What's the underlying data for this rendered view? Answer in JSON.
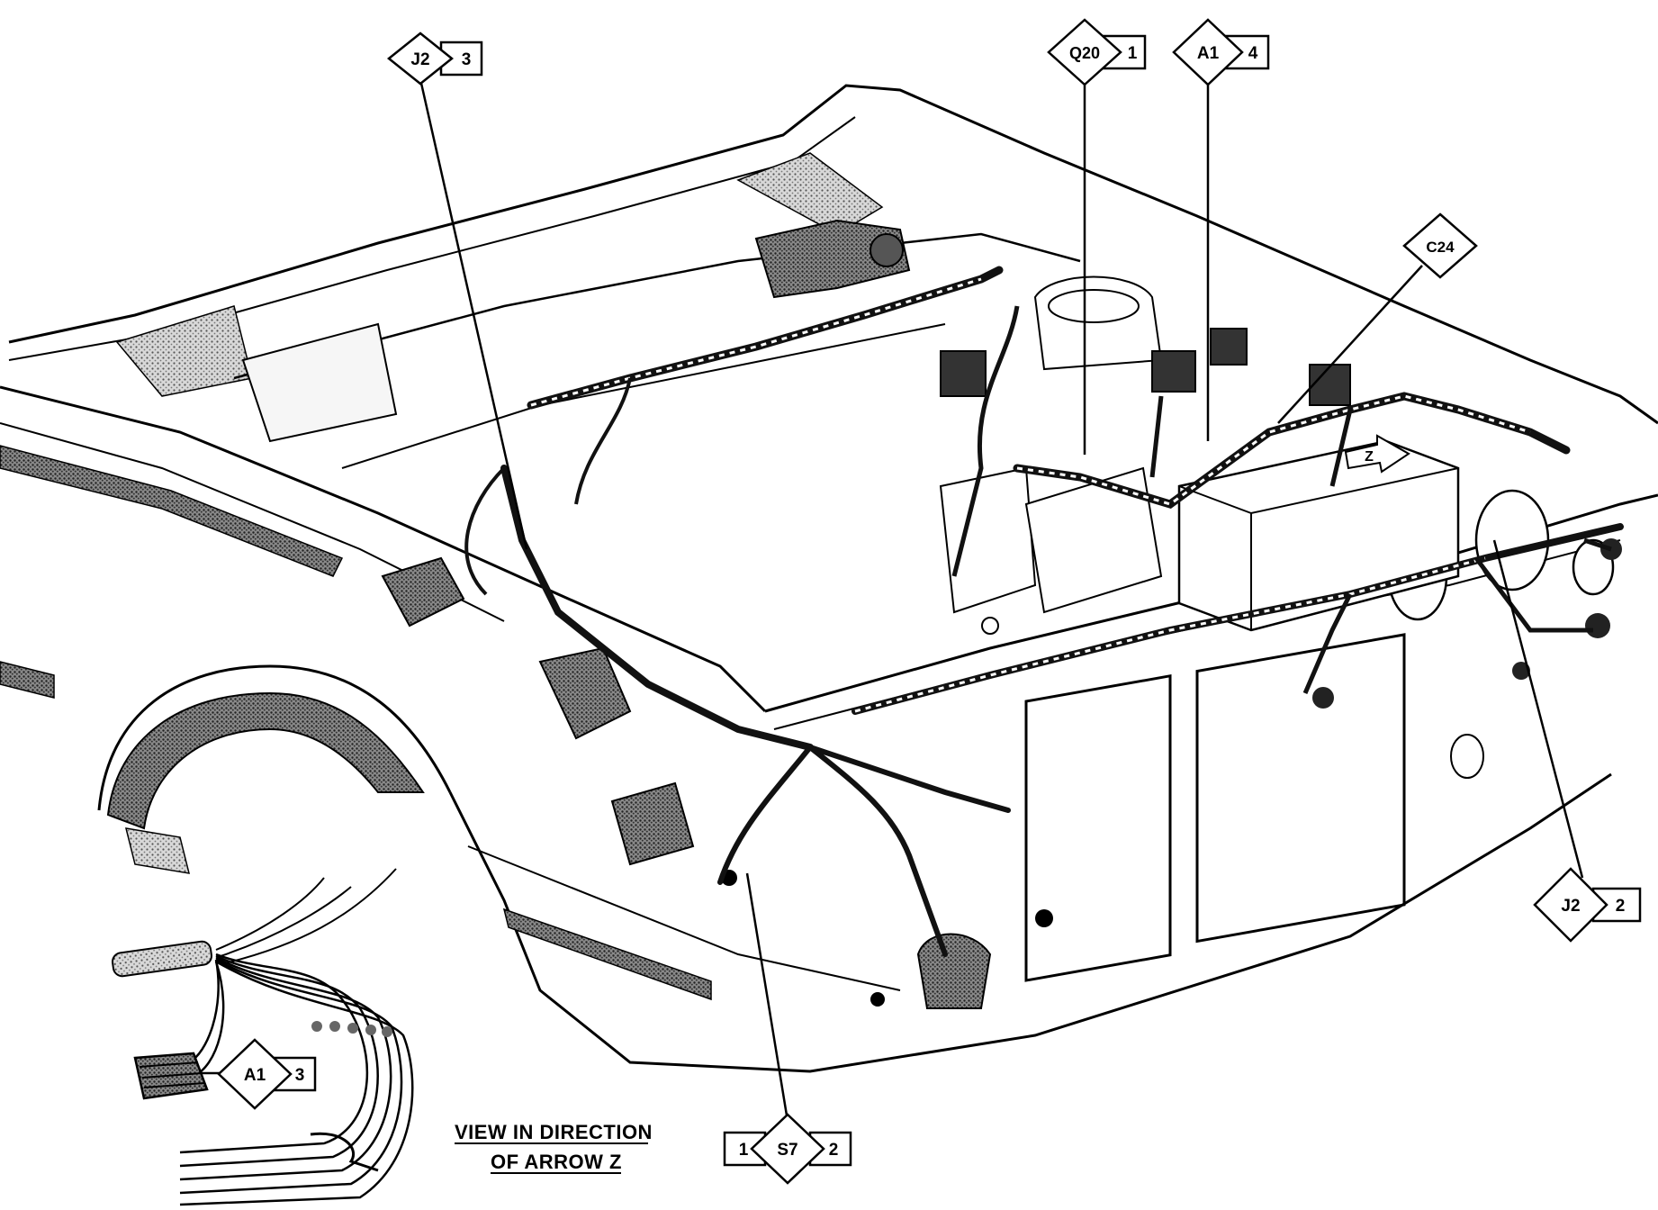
{
  "callouts": {
    "j2_top": {
      "code": "J2",
      "num": "3"
    },
    "q20": {
      "code": "Q20",
      "num": "1"
    },
    "a1_top": {
      "code": "A1",
      "num": "4"
    },
    "c24": {
      "code": "C24"
    },
    "j2_right": {
      "code": "J2",
      "num": "2"
    },
    "a1_inset": {
      "code": "A1",
      "num": "3"
    },
    "s7": {
      "code": "S7",
      "num_left": "1",
      "num_right": "2"
    }
  },
  "arrow_z": {
    "label": "Z"
  },
  "caption": {
    "line1": "VIEW IN DIRECTION",
    "line2": "OF ARROW Z"
  }
}
